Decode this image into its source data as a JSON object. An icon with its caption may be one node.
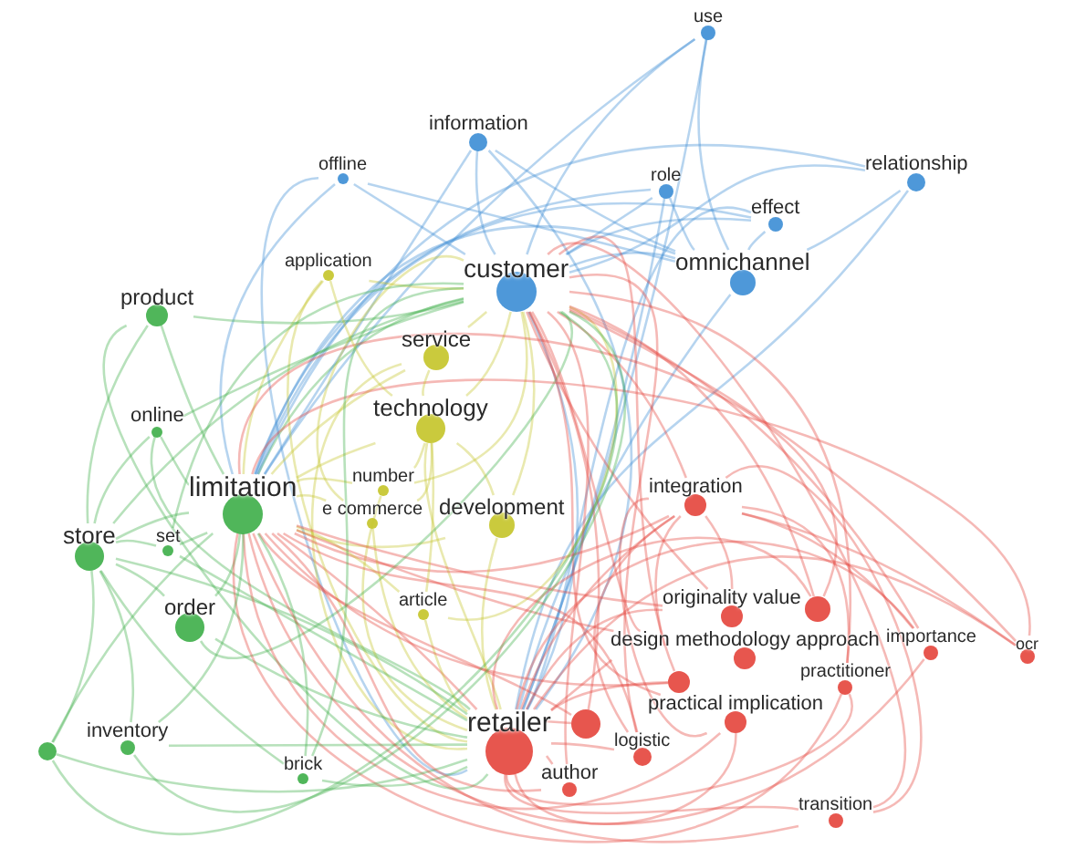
{
  "diagram": {
    "nodes": [
      {
        "text": [
          "use"
        ]
      },
      {
        "text": [
          "information"
        ]
      },
      {
        "text": [
          "offline"
        ]
      },
      {
        "text": [
          "relationship"
        ]
      },
      {
        "text": [
          "role"
        ]
      },
      {
        "text": [
          "effect"
        ]
      },
      {
        "text": [
          "application"
        ]
      },
      {
        "text": [
          "customer"
        ]
      },
      {
        "text": [
          "omnichannel"
        ]
      },
      {
        "text": [
          "product"
        ]
      },
      {
        "text": [
          "service"
        ]
      },
      {
        "text": [
          "technology"
        ]
      },
      {
        "text": [
          "online"
        ]
      },
      {
        "text": [
          "number"
        ]
      },
      {
        "text": [
          "limitation"
        ]
      },
      {
        "text": [
          "integration"
        ]
      },
      {
        "text": [
          "development"
        ]
      },
      {
        "text": [
          "e commerce"
        ]
      },
      {
        "text": [
          "store"
        ]
      },
      {
        "text": [
          "set"
        ]
      },
      {
        "text": [
          "article"
        ]
      },
      {
        "text": [
          "order"
        ]
      },
      {
        "text": [
          "originality value"
        ]
      },
      {
        "text": [],
        "shape": "circle"
      },
      {
        "text": [
          "design methodology approach"
        ]
      },
      {
        "text": [
          "importance"
        ]
      },
      {
        "text": [
          "ocr"
        ]
      },
      {
        "text": [
          "practitioner"
        ]
      },
      {
        "text": [],
        "shape": "circle"
      },
      {
        "text": [
          "practical implication"
        ]
      },
      {
        "text": [
          "retailer"
        ]
      },
      {
        "text": [],
        "shape": "circle"
      },
      {
        "text": [
          "inventory"
        ]
      },
      {
        "text": [
          "logistic"
        ]
      },
      {
        "text": [],
        "shape": "circle"
      },
      {
        "text": [
          "brick"
        ]
      },
      {
        "text": [
          "author"
        ]
      },
      {
        "text": [
          "transition"
        ]
      }
    ],
    "edges": [
      {
        "from": 14,
        "to": 7,
        "arrow": "none",
        "color": "#41b04c"
      },
      {
        "from": 7,
        "to": 30,
        "arrow": "none",
        "color": "#3f8fd6"
      },
      {
        "from": 30,
        "to": 14,
        "arrow": "none",
        "color": "#e5483f"
      },
      {
        "from": 0,
        "to": 7,
        "arrow": "none",
        "color": "#3f8fd6"
      },
      {
        "from": 0,
        "to": 30,
        "arrow": "none",
        "color": "#3f8fd6"
      },
      {
        "from": 0,
        "to": 14,
        "arrow": "none",
        "color": "#3f8fd6"
      },
      {
        "from": 1,
        "to": 7,
        "arrow": "none",
        "color": "#3f8fd6"
      },
      {
        "from": 1,
        "to": 30,
        "arrow": "none",
        "color": "#3f8fd6"
      },
      {
        "from": 1,
        "to": 14,
        "arrow": "none",
        "color": "#3f8fd6"
      },
      {
        "from": 2,
        "to": 7,
        "arrow": "none",
        "color": "#3f8fd6"
      },
      {
        "from": 2,
        "to": 30,
        "arrow": "none",
        "color": "#3f8fd6"
      },
      {
        "from": 2,
        "to": 14,
        "arrow": "none",
        "color": "#3f8fd6"
      },
      {
        "from": 3,
        "to": 7,
        "arrow": "none",
        "color": "#3f8fd6"
      },
      {
        "from": 3,
        "to": 30,
        "arrow": "none",
        "color": "#3f8fd6"
      },
      {
        "from": 3,
        "to": 14,
        "arrow": "none",
        "color": "#3f8fd6"
      },
      {
        "from": 4,
        "to": 7,
        "arrow": "none",
        "color": "#3f8fd6"
      },
      {
        "from": 4,
        "to": 30,
        "arrow": "none",
        "color": "#3f8fd6"
      },
      {
        "from": 4,
        "to": 14,
        "arrow": "none",
        "color": "#3f8fd6"
      },
      {
        "from": 5,
        "to": 7,
        "arrow": "none",
        "color": "#3f8fd6"
      },
      {
        "from": 5,
        "to": 30,
        "arrow": "none",
        "color": "#3f8fd6"
      },
      {
        "from": 5,
        "to": 14,
        "arrow": "none",
        "color": "#3f8fd6"
      },
      {
        "from": 6,
        "to": 7,
        "arrow": "none",
        "color": "#c6c62c"
      },
      {
        "from": 6,
        "to": 30,
        "arrow": "none",
        "color": "#c6c62c"
      },
      {
        "from": 6,
        "to": 14,
        "arrow": "none",
        "color": "#c6c62c"
      },
      {
        "from": 8,
        "to": 7,
        "arrow": "none",
        "color": "#3f8fd6"
      },
      {
        "from": 8,
        "to": 30,
        "arrow": "none",
        "color": "#3f8fd6"
      },
      {
        "from": 8,
        "to": 14,
        "arrow": "none",
        "color": "#3f8fd6"
      },
      {
        "from": 9,
        "to": 7,
        "arrow": "none",
        "color": "#41b04c"
      },
      {
        "from": 9,
        "to": 30,
        "arrow": "none",
        "color": "#41b04c"
      },
      {
        "from": 9,
        "to": 14,
        "arrow": "none",
        "color": "#41b04c"
      },
      {
        "from": 10,
        "to": 7,
        "arrow": "none",
        "color": "#c6c62c"
      },
      {
        "from": 10,
        "to": 30,
        "arrow": "none",
        "color": "#c6c62c"
      },
      {
        "from": 10,
        "to": 14,
        "arrow": "none",
        "color": "#c6c62c"
      },
      {
        "from": 11,
        "to": 7,
        "arrow": "none",
        "color": "#c6c62c"
      },
      {
        "from": 11,
        "to": 30,
        "arrow": "none",
        "color": "#c6c62c"
      },
      {
        "from": 11,
        "to": 14,
        "arrow": "none",
        "color": "#c6c62c"
      },
      {
        "from": 12,
        "to": 7,
        "arrow": "none",
        "color": "#41b04c"
      },
      {
        "from": 12,
        "to": 30,
        "arrow": "none",
        "color": "#41b04c"
      },
      {
        "from": 12,
        "to": 14,
        "arrow": "none",
        "color": "#41b04c"
      },
      {
        "from": 13,
        "to": 7,
        "arrow": "none",
        "color": "#c6c62c"
      },
      {
        "from": 13,
        "to": 30,
        "arrow": "none",
        "color": "#c6c62c"
      },
      {
        "from": 13,
        "to": 14,
        "arrow": "none",
        "color": "#c6c62c"
      },
      {
        "from": 15,
        "to": 7,
        "arrow": "none",
        "color": "#e5483f"
      },
      {
        "from": 15,
        "to": 30,
        "arrow": "none",
        "color": "#e5483f"
      },
      {
        "from": 15,
        "to": 14,
        "arrow": "none",
        "color": "#e5483f"
      },
      {
        "from": 16,
        "to": 7,
        "arrow": "none",
        "color": "#c6c62c"
      },
      {
        "from": 16,
        "to": 30,
        "arrow": "none",
        "color": "#c6c62c"
      },
      {
        "from": 16,
        "to": 14,
        "arrow": "none",
        "color": "#c6c62c"
      },
      {
        "from": 17,
        "to": 7,
        "arrow": "none",
        "color": "#c6c62c"
      },
      {
        "from": 17,
        "to": 30,
        "arrow": "none",
        "color": "#c6c62c"
      },
      {
        "from": 17,
        "to": 14,
        "arrow": "none",
        "color": "#c6c62c"
      },
      {
        "from": 18,
        "to": 7,
        "arrow": "none",
        "color": "#41b04c"
      },
      {
        "from": 18,
        "to": 30,
        "arrow": "none",
        "color": "#41b04c"
      },
      {
        "from": 18,
        "to": 14,
        "arrow": "none",
        "color": "#41b04c"
      },
      {
        "from": 19,
        "to": 7,
        "arrow": "none",
        "color": "#41b04c"
      },
      {
        "from": 19,
        "to": 30,
        "arrow": "none",
        "color": "#41b04c"
      },
      {
        "from": 19,
        "to": 14,
        "arrow": "none",
        "color": "#41b04c"
      },
      {
        "from": 20,
        "to": 7,
        "arrow": "none",
        "color": "#c6c62c"
      },
      {
        "from": 20,
        "to": 30,
        "arrow": "none",
        "color": "#c6c62c"
      },
      {
        "from": 20,
        "to": 14,
        "arrow": "none",
        "color": "#c6c62c"
      },
      {
        "from": 21,
        "to": 7,
        "arrow": "none",
        "color": "#41b04c"
      },
      {
        "from": 21,
        "to": 30,
        "arrow": "none",
        "color": "#41b04c"
      },
      {
        "from": 21,
        "to": 14,
        "arrow": "none",
        "color": "#41b04c"
      },
      {
        "from": 22,
        "to": 7,
        "arrow": "none",
        "color": "#e5483f"
      },
      {
        "from": 22,
        "to": 30,
        "arrow": "none",
        "color": "#e5483f"
      },
      {
        "from": 22,
        "to": 14,
        "arrow": "none",
        "color": "#e5483f"
      },
      {
        "from": 23,
        "to": 7,
        "arrow": "none",
        "color": "#e5483f"
      },
      {
        "from": 23,
        "to": 30,
        "arrow": "none",
        "color": "#e5483f"
      },
      {
        "from": 23,
        "to": 14,
        "arrow": "none",
        "color": "#e5483f"
      },
      {
        "from": 24,
        "to": 7,
        "arrow": "none",
        "color": "#e5483f"
      },
      {
        "from": 24,
        "to": 30,
        "arrow": "none",
        "color": "#e5483f"
      },
      {
        "from": 24,
        "to": 14,
        "arrow": "none",
        "color": "#e5483f"
      },
      {
        "from": 25,
        "to": 7,
        "arrow": "none",
        "color": "#e5483f"
      },
      {
        "from": 25,
        "to": 30,
        "arrow": "none",
        "color": "#e5483f"
      },
      {
        "from": 25,
        "to": 14,
        "arrow": "none",
        "color": "#e5483f"
      },
      {
        "from": 26,
        "to": 7,
        "arrow": "none",
        "color": "#e5483f"
      },
      {
        "from": 26,
        "to": 30,
        "arrow": "none",
        "color": "#e5483f"
      },
      {
        "from": 26,
        "to": 14,
        "arrow": "none",
        "color": "#e5483f"
      },
      {
        "from": 27,
        "to": 7,
        "arrow": "none",
        "color": "#e5483f"
      },
      {
        "from": 27,
        "to": 30,
        "arrow": "none",
        "color": "#e5483f"
      },
      {
        "from": 27,
        "to": 14,
        "arrow": "none",
        "color": "#e5483f"
      },
      {
        "from": 28,
        "to": 7,
        "arrow": "none",
        "color": "#e5483f"
      },
      {
        "from": 28,
        "to": 30,
        "arrow": "none",
        "color": "#e5483f"
      },
      {
        "from": 28,
        "to": 14,
        "arrow": "none",
        "color": "#e5483f"
      },
      {
        "from": 29,
        "to": 7,
        "arrow": "none",
        "color": "#e5483f"
      },
      {
        "from": 29,
        "to": 30,
        "arrow": "none",
        "color": "#e5483f"
      },
      {
        "from": 29,
        "to": 14,
        "arrow": "none",
        "color": "#e5483f"
      },
      {
        "from": 31,
        "to": 7,
        "arrow": "none",
        "color": "#e5483f"
      },
      {
        "from": 31,
        "to": 30,
        "arrow": "none",
        "color": "#e5483f"
      },
      {
        "from": 31,
        "to": 14,
        "arrow": "none",
        "color": "#e5483f"
      },
      {
        "from": 32,
        "to": 7,
        "arrow": "none",
        "color": "#41b04c"
      },
      {
        "from": 32,
        "to": 30,
        "arrow": "none",
        "color": "#41b04c"
      },
      {
        "from": 32,
        "to": 14,
        "arrow": "none",
        "color": "#41b04c"
      },
      {
        "from": 33,
        "to": 7,
        "arrow": "none",
        "color": "#e5483f"
      },
      {
        "from": 33,
        "to": 30,
        "arrow": "none",
        "color": "#e5483f"
      },
      {
        "from": 33,
        "to": 14,
        "arrow": "none",
        "color": "#e5483f"
      },
      {
        "from": 34,
        "to": 7,
        "arrow": "none",
        "color": "#41b04c"
      },
      {
        "from": 34,
        "to": 30,
        "arrow": "none",
        "color": "#41b04c"
      },
      {
        "from": 34,
        "to": 14,
        "arrow": "none",
        "color": "#41b04c"
      },
      {
        "from": 35,
        "to": 7,
        "arrow": "none",
        "color": "#41b04c"
      },
      {
        "from": 35,
        "to": 30,
        "arrow": "none",
        "color": "#41b04c"
      },
      {
        "from": 35,
        "to": 14,
        "arrow": "none",
        "color": "#41b04c"
      },
      {
        "from": 36,
        "to": 7,
        "arrow": "none",
        "color": "#e5483f"
      },
      {
        "from": 36,
        "to": 30,
        "arrow": "none",
        "color": "#e5483f"
      },
      {
        "from": 36,
        "to": 14,
        "arrow": "none",
        "color": "#e5483f"
      },
      {
        "from": 37,
        "to": 7,
        "arrow": "none",
        "color": "#e5483f"
      },
      {
        "from": 37,
        "to": 30,
        "arrow": "none",
        "color": "#e5483f"
      },
      {
        "from": 37,
        "to": 14,
        "arrow": "none",
        "color": "#e5483f"
      },
      {
        "from": 0,
        "to": 8,
        "arrow": "none",
        "color": "#3f8fd6"
      },
      {
        "from": 1,
        "to": 8,
        "arrow": "none",
        "color": "#3f8fd6"
      },
      {
        "from": 2,
        "to": 8,
        "arrow": "none",
        "color": "#3f8fd6"
      },
      {
        "from": 3,
        "to": 8,
        "arrow": "none",
        "color": "#3f8fd6"
      },
      {
        "from": 4,
        "to": 8,
        "arrow": "none",
        "color": "#3f8fd6"
      },
      {
        "from": 5,
        "to": 8,
        "arrow": "none",
        "color": "#3f8fd6"
      },
      {
        "from": 6,
        "to": 11,
        "arrow": "none",
        "color": "#c6c62c"
      },
      {
        "from": 10,
        "to": 11,
        "arrow": "none",
        "color": "#c6c62c"
      },
      {
        "from": 13,
        "to": 11,
        "arrow": "none",
        "color": "#c6c62c"
      },
      {
        "from": 16,
        "to": 11,
        "arrow": "none",
        "color": "#c6c62c"
      },
      {
        "from": 17,
        "to": 11,
        "arrow": "none",
        "color": "#c6c62c"
      },
      {
        "from": 20,
        "to": 11,
        "arrow": "none",
        "color": "#c6c62c"
      },
      {
        "from": 22,
        "to": 15,
        "arrow": "none",
        "color": "#e5483f"
      },
      {
        "from": 24,
        "to": 15,
        "arrow": "none",
        "color": "#e5483f"
      },
      {
        "from": 25,
        "to": 15,
        "arrow": "none",
        "color": "#e5483f"
      },
      {
        "from": 26,
        "to": 15,
        "arrow": "none",
        "color": "#e5483f"
      },
      {
        "from": 27,
        "to": 15,
        "arrow": "none",
        "color": "#e5483f"
      },
      {
        "from": 29,
        "to": 15,
        "arrow": "none",
        "color": "#e5483f"
      },
      {
        "from": 33,
        "to": 15,
        "arrow": "none",
        "color": "#e5483f"
      },
      {
        "from": 37,
        "to": 15,
        "arrow": "none",
        "color": "#e5483f"
      },
      {
        "from": 9,
        "to": 18,
        "arrow": "none",
        "color": "#41b04c"
      },
      {
        "from": 12,
        "to": 18,
        "arrow": "none",
        "color": "#41b04c"
      },
      {
        "from": 19,
        "to": 18,
        "arrow": "none",
        "color": "#41b04c"
      },
      {
        "from": 21,
        "to": 18,
        "arrow": "none",
        "color": "#41b04c"
      },
      {
        "from": 32,
        "to": 18,
        "arrow": "none",
        "color": "#41b04c"
      },
      {
        "from": 34,
        "to": 18,
        "arrow": "none",
        "color": "#41b04c"
      },
      {
        "from": 35,
        "to": 18,
        "arrow": "none",
        "color": "#41b04c"
      }
    ]
  }
}
